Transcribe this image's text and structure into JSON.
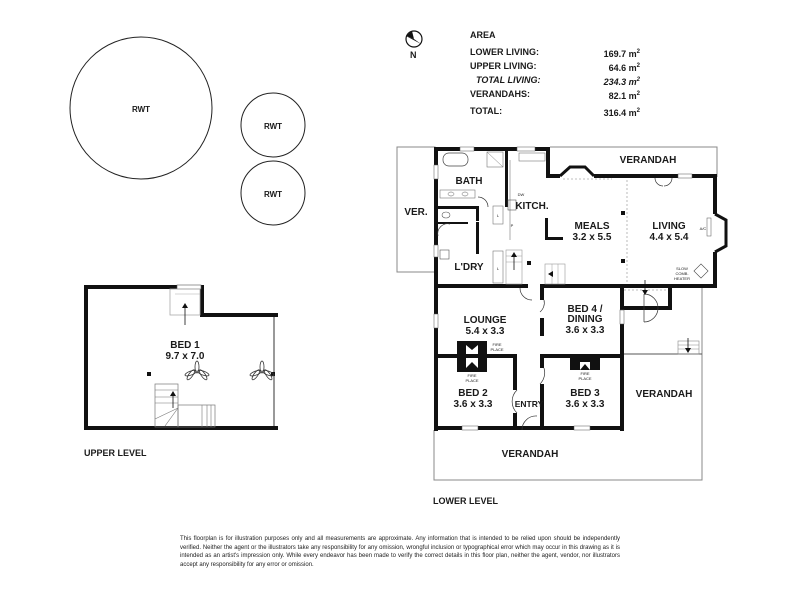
{
  "compass": {
    "label": "N"
  },
  "area": {
    "title": "AREA",
    "rows": [
      {
        "label": "LOWER LIVING:",
        "value": "169.7 m",
        "unit_sup": "2"
      },
      {
        "label": "UPPER LIVING:",
        "value": "64.6 m",
        "unit_sup": "2"
      },
      {
        "label": "TOTAL LIVING:",
        "value": "234.3 m",
        "unit_sup": "2",
        "style": "italic"
      },
      {
        "label": "VERANDAHS:",
        "value": "82.1 m",
        "unit_sup": "2"
      },
      {
        "label": "TOTAL:",
        "value": "316.4 m",
        "unit_sup": "2"
      }
    ]
  },
  "tanks": [
    {
      "label": "RWT"
    },
    {
      "label": "RWT"
    },
    {
      "label": "RWT"
    }
  ],
  "upper_level": {
    "caption": "UPPER LEVEL",
    "rooms": [
      {
        "name": "BED 1",
        "dims": "9.7 x 7.0"
      }
    ]
  },
  "lower_level": {
    "caption": "LOWER LEVEL",
    "rooms": {
      "bath": {
        "name": "BATH"
      },
      "kitchen": {
        "name": "KITCH."
      },
      "laundry": {
        "name": "L'DRY"
      },
      "ver": {
        "name": "VER."
      },
      "meals": {
        "name": "MEALS",
        "dims": "3.2 x 5.5"
      },
      "living": {
        "name": "LIVING",
        "dims": "4.4 x 5.4"
      },
      "lounge": {
        "name": "LOUNGE",
        "dims": "5.4 x 3.3"
      },
      "bed4": {
        "name": "BED 4 /",
        "name2": "DINING",
        "dims": "3.6 x 3.3"
      },
      "bed2": {
        "name": "BED 2",
        "dims": "3.6 x 3.3"
      },
      "bed3": {
        "name": "BED 3",
        "dims": "3.6 x 3.3"
      },
      "entry": {
        "name": "ENTRY"
      },
      "verandah_top": {
        "name": "VERANDAH"
      },
      "verandah_right": {
        "name": "VERANDAH"
      },
      "verandah_bottom": {
        "name": "VERANDAH"
      }
    },
    "annotations": {
      "fireplace1": "FIRE",
      "fireplace2": "PLACE",
      "ac": "A/C",
      "slow": "SLOW",
      "comb": "COMB.",
      "heater": "HEATER",
      "dw": "DW",
      "linen": "L",
      "pantry": "P"
    }
  },
  "disclaimer": "This floorplan is for illustration purposes only and all measurements are approximate. Any information that is intended to be relied upon should be independently verified. Neither the agent or the illustrators take any responsibility for any omission, wrongful inclusion or typographical error which may occur in this drawing as it is intended as an artist's impression only. While every endeavor has been made to verify the correct details in this floor plan, neither the agent, vendor, nor illustrators accept any responsibility for any error or omission."
}
